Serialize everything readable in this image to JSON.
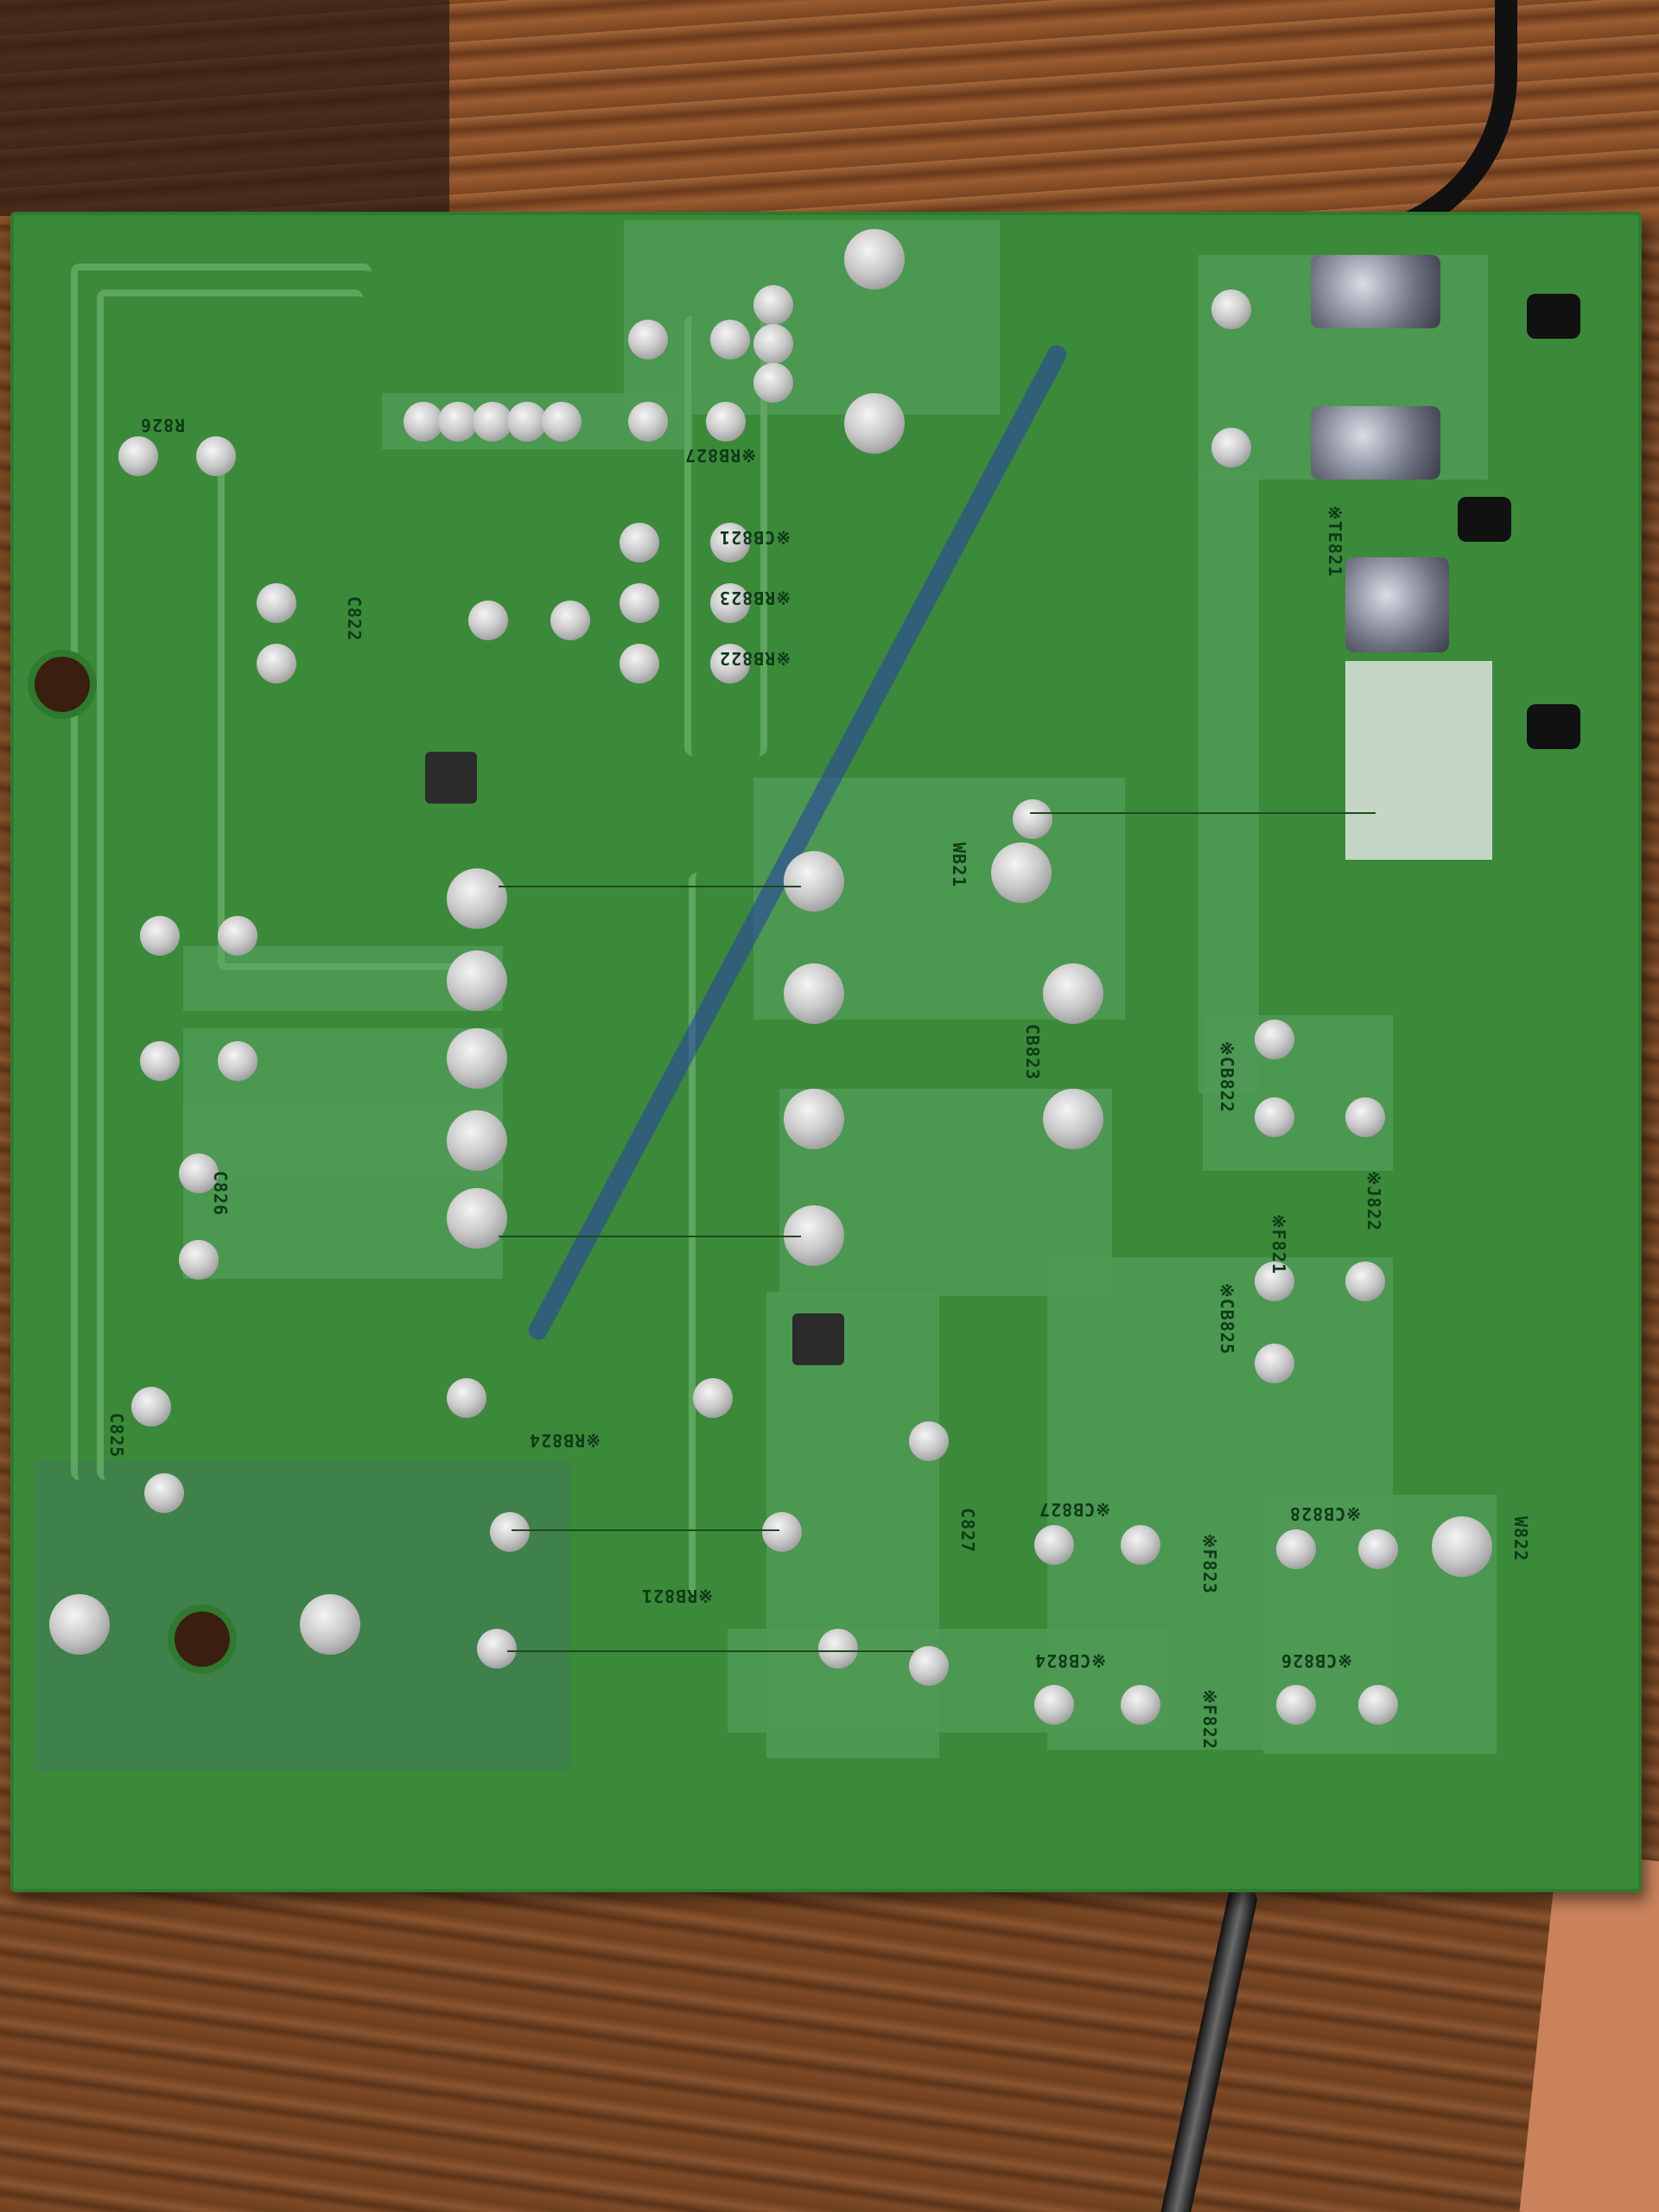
{
  "scene": {
    "description_alt": "Photograph of the solder side of a green printed circuit board on a wooden table",
    "colors": {
      "board": "#3a8a3a",
      "wood": "#7d4a26",
      "solder": "#c9c9c9",
      "cable": "#111111"
    }
  },
  "labels": {
    "r826": "R826",
    "cb821": "※CB821",
    "rb823": "※RB823",
    "rb822": "※RB822",
    "rb827": "※RB827",
    "te821": "※TE821",
    "cb822": "※CB822",
    "cb823": "CB823",
    "wb21": "WB21",
    "f821": "※F821",
    "j822": "※J822",
    "cb825": "※CB825",
    "cb827": "※CB827",
    "c827": "C827",
    "cb828": "※CB828",
    "f823": "※F823",
    "w822": "W822",
    "cb824": "※CB824",
    "f822": "※F822",
    "cb826": "※CB826",
    "rb824": "※RB824",
    "rb821": "※RB821",
    "c826": "C826",
    "c825": "C825",
    "c822": "C822"
  }
}
